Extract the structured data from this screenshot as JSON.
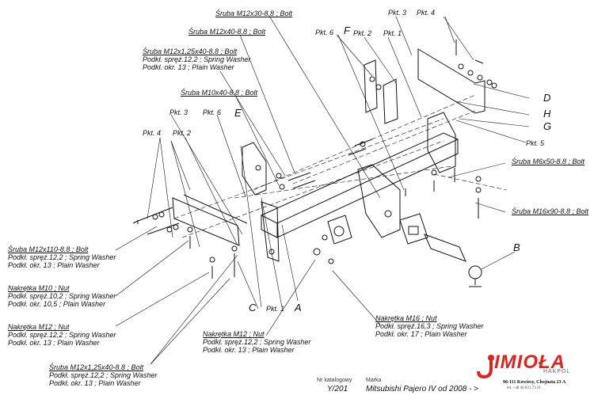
{
  "labels": {
    "sruba_m12x30": "Śruba M12x30-8.8 ;  Bolt",
    "sruba_m12x40": "Śruba M12x40-8.8 ;  Bolt",
    "sruba_m12x125x40_top": [
      "Śruba M12x1,25x40-8.8 ;  Bolt",
      "Podkł. spręż.12,2 ; Spring Washer",
      "Podkł. okr. 13 ; Plain Washer"
    ],
    "sruba_m10x40": "Śruba M10x40-8.8 ;  Bolt",
    "sruba_m12x110": [
      "Śruba M12x110-8.8 ;  Bolt",
      "Podkł. spręż.12,2 ; Spring Washer",
      "Podkł. okr. 13 ; Plain Washer"
    ],
    "nakretka_m10": [
      "Nakrętka  M10 ; Nut",
      "Podkł. spręż.10,2 ; Spring Washer",
      "Podkł. okr. 10,5 ; Plain Washer"
    ],
    "nakretka_m12_left": [
      "Nakrętka  M12 ; Nut",
      "Podkł. spręż.12,2 ; Spring Washer",
      "Podkł. okr. 13 ; Plain Washer"
    ],
    "sruba_m12x125x40_bottom": [
      "Śruba M12x1,25x40-8.8 ;  Bolt",
      "Podkł. spręż.12,2 ; Spring Washer",
      "Podkł. okr. 13 ; Plain Washer"
    ],
    "nakretka_m12_center": [
      "Nakrętka  M12 ; Nut",
      "Podkł. spręż.12,2 ; Spring Washer",
      "Podkł. okr. 13 ; Plain Washer"
    ],
    "nakretka_m16": [
      "Nakrętka  M16 ; Nut",
      "Podkł. spręż.16,3 ; Spring Washer",
      "Podkł. okr. 17 ; Plain Washer"
    ],
    "sruba_m6x50": "Śruba M6x50-8.8 ;  Bolt",
    "sruba_m16x90": "Śruba M16x90-8.8 ;  Bolt"
  },
  "pkt": {
    "pkt3_top": "Pkt. 3",
    "pkt4_top": "Pkt. 4",
    "pkt6_top": "Pkt. 6",
    "pkt2_top": "Pkt. 2",
    "pkt1_top": "Pkt. 1",
    "pkt3_left": "Pkt. 3",
    "pkt6_left": "Pkt. 6",
    "pkt4_left": "Pkt. 4",
    "pkt2_left": "Pkt. 2",
    "pkt5": "Pkt. 5",
    "pkt1_bottom": "Pkt. 1"
  },
  "letters": {
    "D": "D",
    "H": "H",
    "G": "G",
    "E": "E",
    "F": "F",
    "B": "B",
    "C": "C",
    "A": "A"
  },
  "footer": {
    "catalog_caption": "Nr katalogowy",
    "catalog_value": "Y/201",
    "brand_caption": "Marka",
    "brand_value": "Mitsubishi Pajero IV   od  2008 - >"
  },
  "logo": {
    "name": "IMIOŁA",
    "sub": "HAKPOL",
    "address": "96-111 Kowiesy, Chojnata 23 A",
    "tel": "tel. +48 46 831 73 31",
    "color": "#e0231a"
  }
}
